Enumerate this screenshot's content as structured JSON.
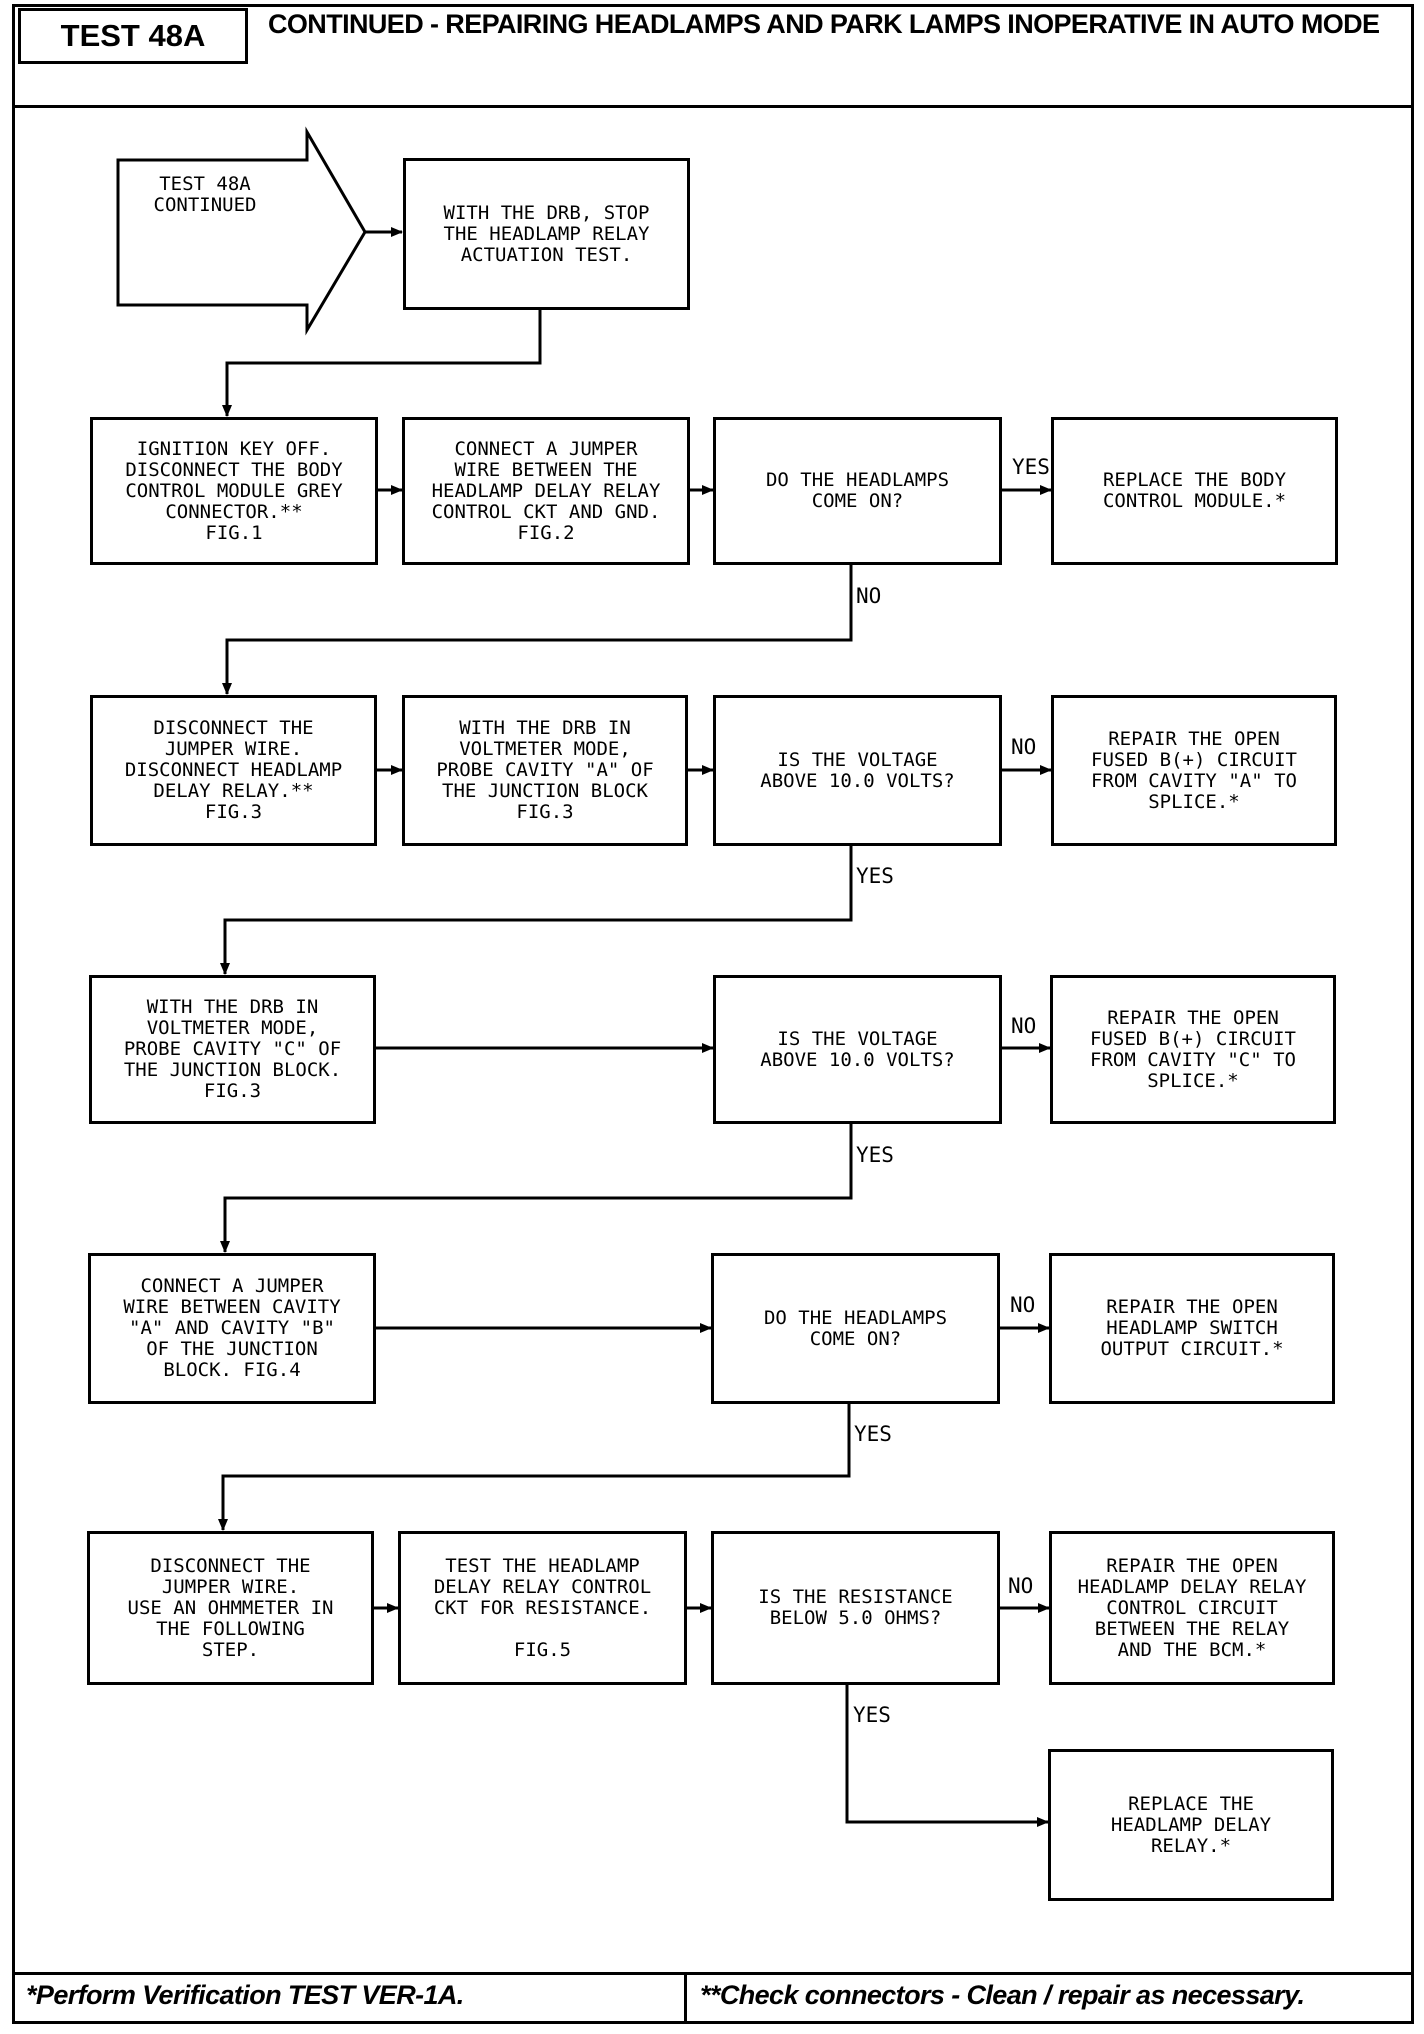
{
  "header": {
    "test_label": "TEST 48A",
    "title": "CONTINUED - REPAIRING HEADLAMPS AND PARK LAMPS INOPERATIVE IN AUTO MODE"
  },
  "flow": {
    "entry": "TEST 48A\nCONTINUED",
    "stop_test": "WITH THE DRB, STOP\nTHE HEADLAMP RELAY\nACTUATION TEST.",
    "ignition_off": "IGNITION KEY OFF.\nDISCONNECT THE BODY\nCONTROL MODULE GREY\nCONNECTOR.**\nFIG.1",
    "connect_jumper_gnd": "CONNECT A JUMPER\nWIRE BETWEEN THE\nHEADLAMP DELAY RELAY\nCONTROL CKT AND GND.\nFIG.2",
    "q_headlamps_1": "DO THE HEADLAMPS\nCOME ON?",
    "replace_bcm": "REPLACE THE BODY\nCONTROL MODULE.*",
    "disconnect_jumper_relay": "DISCONNECT THE\nJUMPER WIRE.\nDISCONNECT HEADLAMP\nDELAY RELAY.**\nFIG.3",
    "probe_a": "WITH THE DRB IN\nVOLTMETER MODE,\nPROBE CAVITY \"A\" OF\nTHE JUNCTION BLOCK\nFIG.3",
    "q_voltage_1": "IS THE VOLTAGE\nABOVE 10.0 VOLTS?",
    "repair_cavity_a": "REPAIR THE OPEN\nFUSED B(+) CIRCUIT\nFROM CAVITY \"A\" TO\nSPLICE.*",
    "probe_c": "WITH THE DRB IN\nVOLTMETER MODE,\nPROBE CAVITY \"C\" OF\nTHE JUNCTION BLOCK.\nFIG.3",
    "q_voltage_2": "IS THE VOLTAGE\nABOVE 10.0 VOLTS?",
    "repair_cavity_c": "REPAIR THE OPEN\nFUSED B(+) CIRCUIT\nFROM CAVITY \"C\" TO\nSPLICE.*",
    "connect_jumper_ab": "CONNECT A JUMPER\nWIRE BETWEEN CAVITY\n\"A\" AND CAVITY \"B\"\nOF THE JUNCTION\nBLOCK. FIG.4",
    "q_headlamps_2": "DO THE HEADLAMPS\nCOME ON?",
    "repair_switch_output": "REPAIR THE OPEN\nHEADLAMP SWITCH\nOUTPUT CIRCUIT.*",
    "disconnect_jumper_ohm": "DISCONNECT THE\nJUMPER WIRE.\nUSE AN OHMMETER IN\nTHE FOLLOWING\nSTEP.",
    "test_resistance": "TEST THE HEADLAMP\nDELAY RELAY CONTROL\nCKT FOR RESISTANCE.\n\nFIG.5",
    "q_resistance": "IS THE RESISTANCE\nBELOW 5.0 OHMS?",
    "repair_relay_circuit": "REPAIR THE OPEN\nHEADLAMP DELAY RELAY\nCONTROL CIRCUIT\nBETWEEN THE RELAY\nAND THE BCM.*",
    "replace_relay": "REPLACE THE\nHEADLAMP DELAY\nRELAY.*"
  },
  "labels": {
    "yes": "YES",
    "no": "NO"
  },
  "footer": {
    "left": "*Perform Verification TEST VER-1A.",
    "right": "**Check connectors - Clean / repair as necessary."
  }
}
